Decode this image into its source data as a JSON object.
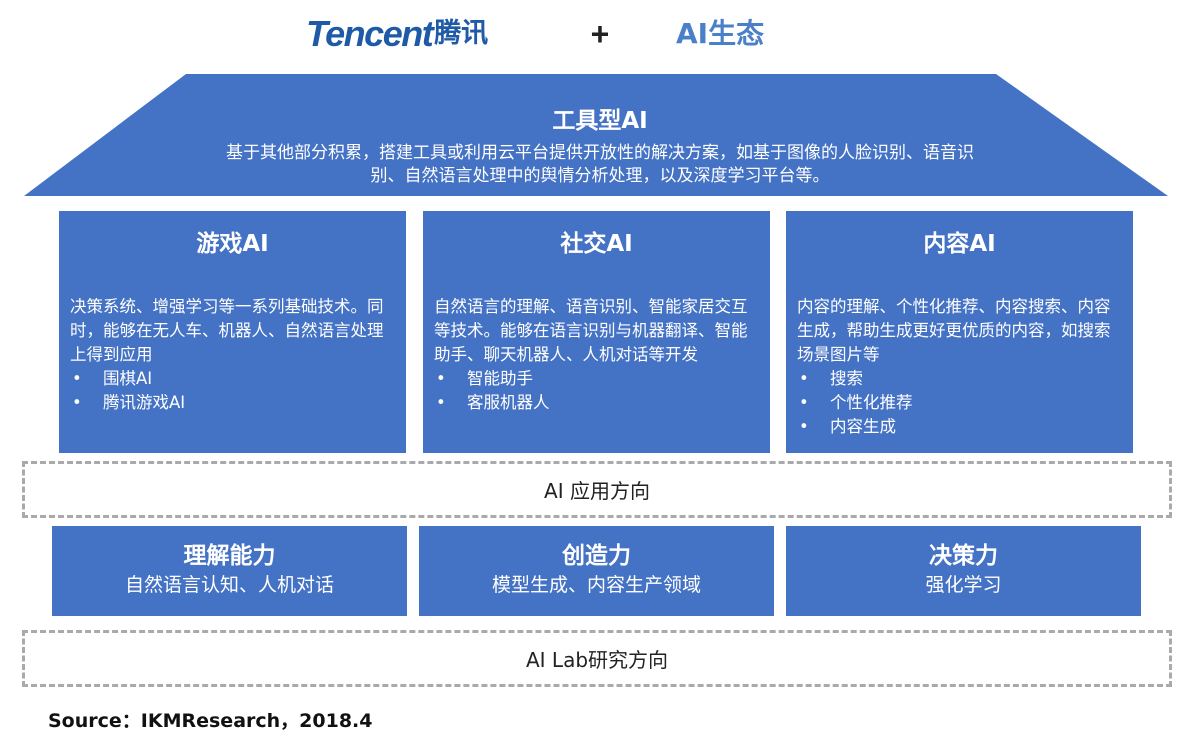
{
  "header": {
    "logo_en": "Tencent",
    "logo_cn": "腾讯",
    "plus": "+",
    "ecosystem": "AI生态"
  },
  "colors": {
    "box_blue": "#4472c4",
    "logo_blue": "#1f5aa6",
    "dashed_border": "#aaaaaa"
  },
  "roof": {
    "title": "工具型AI",
    "desc_line1": "基于其他部分积累，搭建工具或利用云平台提供开放性的解决方案，如基于图像的人脸识别、语音识",
    "desc_line2": "别、自然语言处理中的舆情分析处理，以及深度学习平台等。"
  },
  "applications": [
    {
      "title": "游戏AI",
      "desc": "决策系统、增强学习等一系列基础技术。同时，能够在无人车、机器人、自然语言处理上得到应用",
      "bullets": [
        "围棋AI",
        "腾讯游戏AI"
      ]
    },
    {
      "title": "社交AI",
      "desc": "自然语言的理解、语音识别、智能家居交互等技术。能够在语言识别与机器翻译、智能助手、聊天机器人、人机对话等开发",
      "bullets": [
        "智能助手",
        "客服机器人"
      ]
    },
    {
      "title": "内容AI",
      "desc": "内容的理解、个性化推荐、内容搜索、内容生成，帮助生成更好更优质的内容，如搜索场景图片等",
      "bullets": [
        "搜索",
        "个性化推荐",
        "内容生成"
      ]
    }
  ],
  "app_band_label": "AI 应用方向",
  "capabilities": [
    {
      "title": "理解能力",
      "desc": "自然语言认知、人机对话"
    },
    {
      "title": "创造力",
      "desc": "模型生成、内容生产领域"
    },
    {
      "title": "决策力",
      "desc": "强化学习"
    }
  ],
  "lab_band_label": "AI Lab研究方向",
  "source": "Source：IKMResearch，2018.4"
}
